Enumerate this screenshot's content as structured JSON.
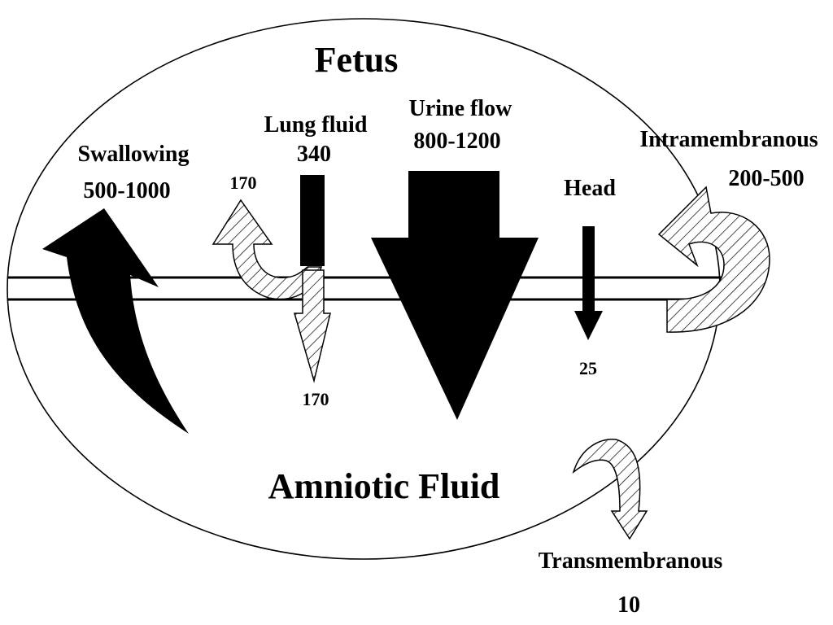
{
  "diagram": {
    "title_top": "Fetus",
    "title_bottom": "Amniotic Fluid",
    "flows": {
      "swallowing": {
        "label": "Swallowing",
        "value": "500-1000"
      },
      "lung_fluid": {
        "label": "Lung fluid",
        "value": "340",
        "up_value": "170",
        "down_value": "170"
      },
      "urine_flow": {
        "label": "Urine flow",
        "value": "800-1200"
      },
      "head": {
        "label": "Head",
        "value": "25"
      },
      "intramembranous": {
        "label": "Intramembranous",
        "value": "200-500"
      },
      "transmembranous": {
        "label": "Transmembranous",
        "value": "10"
      }
    }
  }
}
